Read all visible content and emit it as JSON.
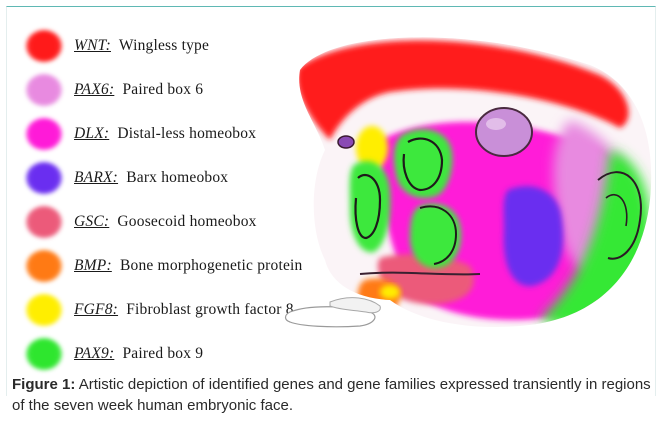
{
  "legend": [
    {
      "symbol": "WNT:",
      "name": "Wingless type",
      "color": "#ff1a1a"
    },
    {
      "symbol": "PAX6:",
      "name": "Paired box 6",
      "color": "#e88ae0"
    },
    {
      "symbol": "DLX:",
      "name": "Distal-less homeobox",
      "color": "#ff1ad8"
    },
    {
      "symbol": "BARX:",
      "name": "Barx homeobox",
      "color": "#6a2ef0"
    },
    {
      "symbol": "GSC:",
      "name": "Goosecoid homeobox",
      "color": "#ec5a7a"
    },
    {
      "symbol": "BMP:",
      "name": "Bone morphogenetic protein",
      "color": "#ff7a14"
    },
    {
      "symbol": "FGF8:",
      "name": "Fibroblast growth factor 8",
      "color": "#ffee00"
    },
    {
      "symbol": "PAX9:",
      "name": "Paired box 9",
      "color": "#2ee62e"
    }
  ],
  "caption": {
    "label": "Figure 1:",
    "text": "Artistic depiction of identified genes and gene families expressed transiently in regions of the seven week human embryonic face."
  }
}
